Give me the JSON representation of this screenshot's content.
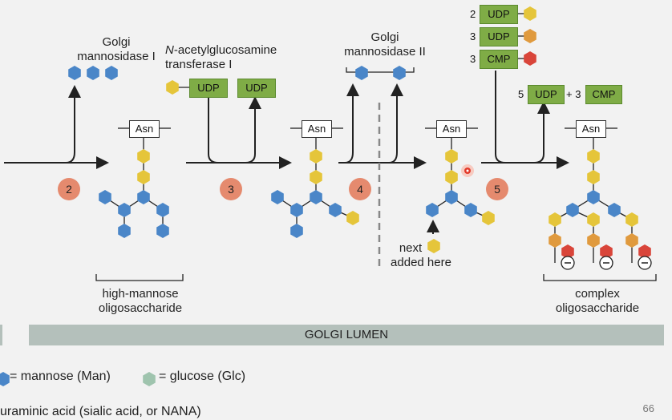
{
  "steps": [
    "2",
    "3",
    "4",
    "5"
  ],
  "labels": {
    "golgi_mannosidase_1_line1": "Golgi",
    "golgi_mannosidase_1_line2": "mannosidase I",
    "glcnac_transferase_line1_italic": "N",
    "glcnac_transferase_line1_rest": "-acetylglucosamine",
    "glcnac_transferase_line2": "transferase I",
    "golgi_mannosidase_2_line1": "Golgi",
    "golgi_mannosidase_2_line2": "mannosidase II",
    "next_line1": "next",
    "next_line2": "added here",
    "high_mannose_line1": "high-mannose",
    "high_mannose_line2": "oligosaccharide",
    "complex_line1": "complex",
    "complex_line2": "oligosaccharide",
    "asn": "Asn",
    "udp": "UDP",
    "cmp": "CMP",
    "plus": "+",
    "golgi_lumen": "GOLGI LUMEN"
  },
  "donors": {
    "count_udp_gal": "2",
    "count_udp_glcnac": "3",
    "count_cmp_nana": "3",
    "product_udp_count": "5",
    "product_cmp_count": "3"
  },
  "legend": {
    "mannose": "= mannose (Man)",
    "glucose": "= glucose (Glc)",
    "nana": "uraminic acid (sialic acid, or NANA)"
  },
  "page_number": "66",
  "colors": {
    "mannose": "#4a86c8",
    "glcnac": "#e5c53a",
    "galactose": "#e09a3e",
    "nana": "#d9453a",
    "glucose": "#9fc4ae",
    "step_circle": "#e58a6e",
    "box_green": "#7fac46",
    "lumen": "#b4c0bb"
  },
  "icons": {
    "negative_charge": "minus-circle-icon",
    "pointer": "laser-pointer-dot-icon"
  }
}
